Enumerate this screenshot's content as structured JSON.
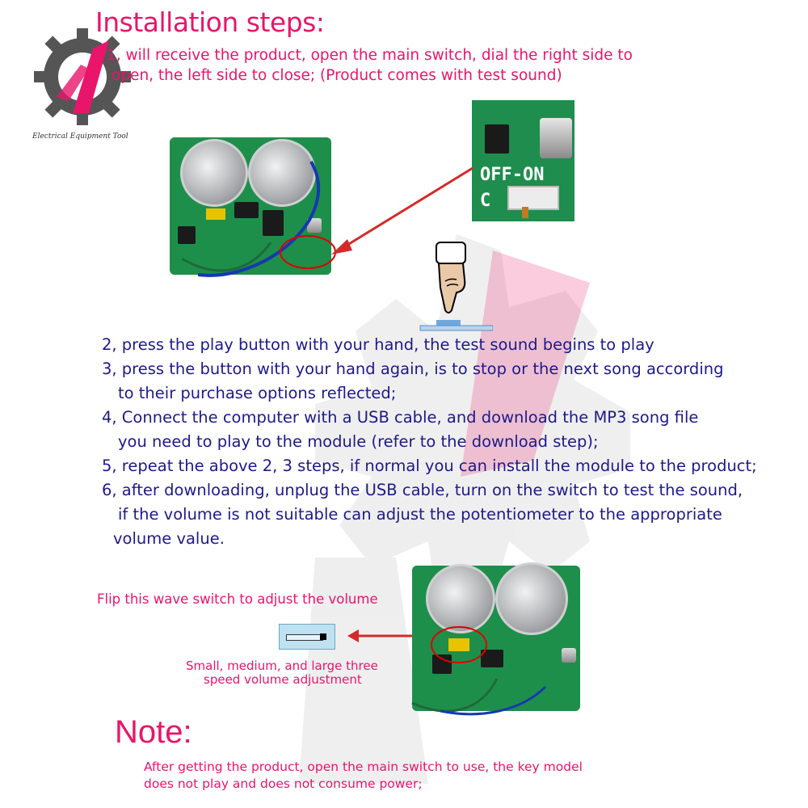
{
  "header": {
    "title": "Installation steps:",
    "step1_line1": "1, will receive the product, open the main switch, dial the right side to",
    "step1_line2": "open, the left side to close; (Product comes with test sound)"
  },
  "logo": {
    "caption": "Electrical Equipment Tool"
  },
  "switch_closeup": {
    "label": "OFF-ON",
    "letter": "C"
  },
  "steps": [
    {
      "lines": [
        "2, press the play button with your hand, the test sound begins to play"
      ]
    },
    {
      "lines": [
        "3, press the button with your hand again, is to stop or the next song according",
        "to their purchase options reflected;"
      ]
    },
    {
      "lines": [
        "4, Connect the computer with a USB cable, and download the MP3 song file",
        "you need to play to the module (refer to the download step);"
      ]
    },
    {
      "lines": [
        "5, repeat the above 2, 3 steps, if normal you can install the module to the product;"
      ]
    },
    {
      "lines": [
        "6, after downloading, unplug the USB cable, turn on the switch to test the sound,",
        "if the volume is not suitable can adjust the potentiometer to the appropriate",
        "volume value."
      ]
    }
  ],
  "volume": {
    "title": "Flip this wave switch to adjust the volume",
    "caption_line1": "Small, medium, and large three",
    "caption_line2": "speed volume adjustment"
  },
  "note": {
    "title": "Note:",
    "line1": "After getting the product, open the main switch to use, the key model",
    "line2": "does not play and does not consume power;"
  },
  "colors": {
    "accent_pink": "#e8156b",
    "text_navy": "#1d1a8a",
    "pcb_green": "#1e8f4a",
    "arrow_red": "#d42a2a"
  },
  "icons": [
    "gear-logo-icon",
    "hand-press-icon",
    "arrow-icon",
    "slide-switch-icon"
  ]
}
